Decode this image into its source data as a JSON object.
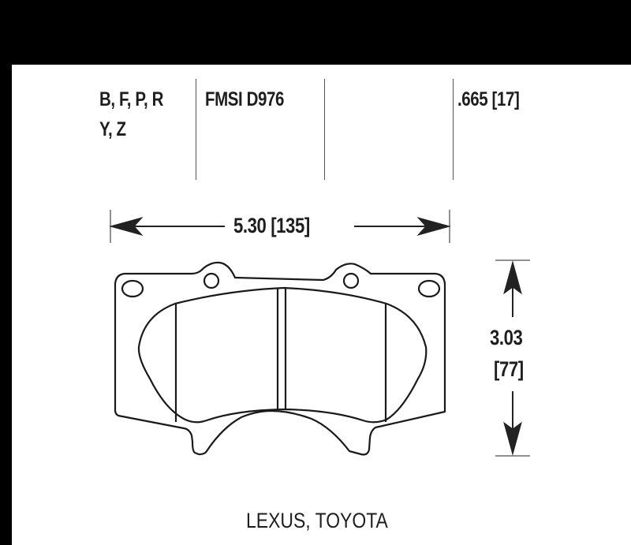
{
  "header": {
    "compound_codes_line1": "B, F, P, R",
    "compound_codes_line2": "Y, Z",
    "fmsi": "FMSI D976",
    "empty_column": "",
    "thickness": ".665 [17]"
  },
  "dimensions": {
    "width": "5.30 [135]",
    "height_line1": "3.03",
    "height_line2": "[77]"
  },
  "footer": {
    "applications": "LEXUS, TOYOTA"
  },
  "colors": {
    "frame": "#000000",
    "background": "#ffffff",
    "ink": "#1e1e1e"
  }
}
